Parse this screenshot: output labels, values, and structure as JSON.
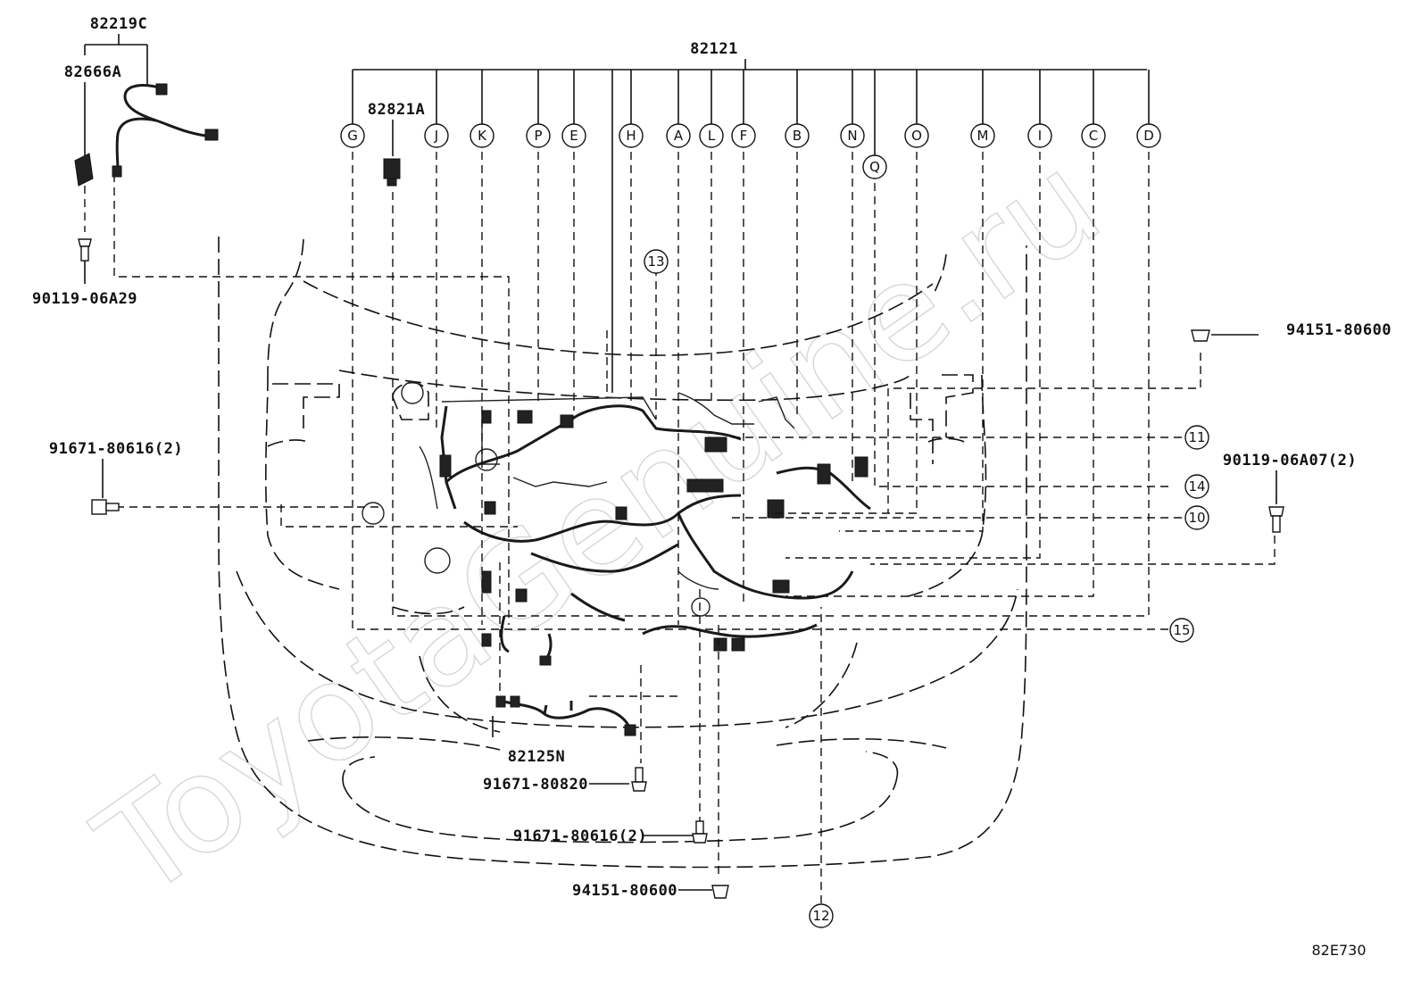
{
  "watermark": "ToyotaGenuine.ru",
  "diagram_code": "82E730",
  "main_harness": {
    "part_no": "82121"
  },
  "letter_callouts": [
    "G",
    "J",
    "K",
    "P",
    "E",
    "H",
    "A",
    "L",
    "F",
    "B",
    "N",
    "Q",
    "O",
    "M",
    "I",
    "C",
    "D"
  ],
  "number_callouts": [
    "10",
    "11",
    "12",
    "13",
    "14",
    "15"
  ],
  "parts": {
    "p82219C": "82219C",
    "p82666A": "82666A",
    "p82821A": "82821A",
    "p82125N": "82125N",
    "p90119_06A29": "90119-06A29",
    "p94151_80600_right": "94151-80600",
    "p91671_80616_left": "91671-80616(2)",
    "p90119_06A07": "90119-06A07(2)",
    "p91671_80820": "91671-80820",
    "p91671_80616_bottom": "91671-80616(2)",
    "p94151_80600_bottom": "94151-80600"
  }
}
